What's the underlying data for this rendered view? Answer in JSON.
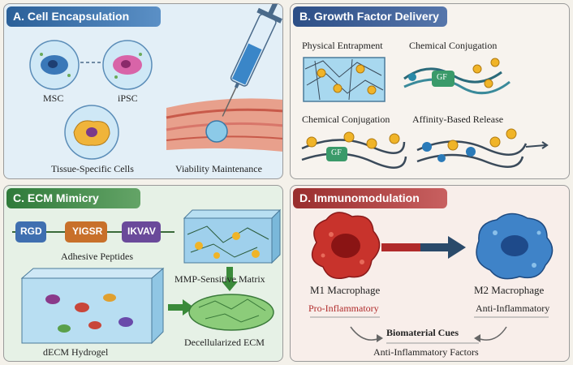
{
  "panels": {
    "a": {
      "title": "A.  Cell Encapsulation",
      "labels": {
        "msc": "MSC",
        "ipsc": "iPSC",
        "tissue": "Tissue-Specific Cells",
        "viability": "Viability Maintenance"
      }
    },
    "b": {
      "title": "B.  Growth Factor Delivery",
      "labels": {
        "physical": "Physical Entrapment",
        "chem1": "Chemical Conjugation",
        "chem2": "Chemical Conjugation",
        "affinity": "Affinity-Based Release",
        "gf": "GF"
      }
    },
    "c": {
      "title": "C.  ECM Mimicry",
      "peptides": [
        "RGD",
        "YIGSR",
        "IKVAV"
      ],
      "labels": {
        "adhesive": "Adhesive Peptides",
        "mmp": "MMP-Sensitive Matrix",
        "decm_hydrogel": "dECM Hydrogel",
        "decellularized": "Decellularized ECM"
      }
    },
    "d": {
      "title": "D.  Immunomodulation",
      "labels": {
        "m1": "M1 Macrophage",
        "m1_sub": "Pro-Inflammatory",
        "m2": "M2 Macrophage",
        "m2_sub": "Anti-Inflammatory",
        "cues": "Biomaterial Cues",
        "factors": "Anti-Inflammatory Factors"
      }
    }
  },
  "colors": {
    "panel_a": "#2a5f98",
    "panel_b": "#2c4e86",
    "panel_c": "#2f7a3a",
    "panel_d": "#992d2d",
    "m1_cell": "#c8332c",
    "m2_cell": "#3f83c8",
    "growth_factor": "#f0b428"
  }
}
